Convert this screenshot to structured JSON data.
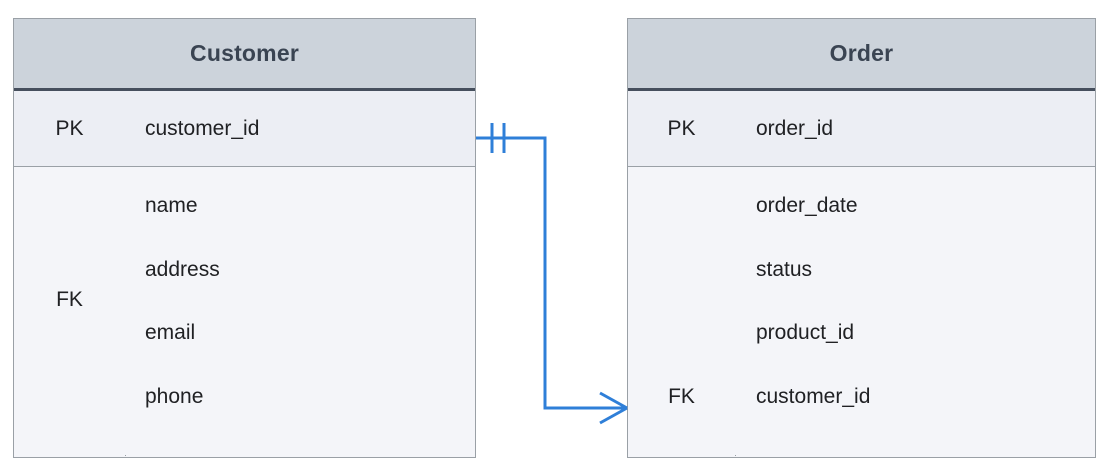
{
  "diagram": {
    "type": "entity-relationship-diagram",
    "notation": "crow's-foot",
    "background_color": "#ffffff",
    "relationship_color": "#2f7fd8",
    "header_fill": "#ccd3db",
    "body_fill": "#f4f5f9",
    "border_color": "#9aa0a6",
    "text_color": "#202124",
    "title_color": "#3a4452"
  },
  "entities": [
    {
      "id": "customer",
      "title": "Customer",
      "primary_key": {
        "key": "PK",
        "attribute": "customer_id"
      },
      "foreign_key_label": "FK",
      "attributes": [
        "name",
        "address",
        "email",
        "phone"
      ]
    },
    {
      "id": "order",
      "title": "Order",
      "primary_key": {
        "key": "PK",
        "attribute": "order_id"
      },
      "foreign_key_label": "FK",
      "attributes": [
        "order_date",
        "status",
        "product_id",
        "customer_id"
      ]
    }
  ],
  "relationship": {
    "from_entity": "Customer",
    "from_attribute": "customer_id",
    "from_cardinality": "one-and-only-one",
    "to_entity": "Order",
    "to_attribute": "customer_id",
    "to_cardinality": "many",
    "line_color": "#2f7fd8"
  }
}
